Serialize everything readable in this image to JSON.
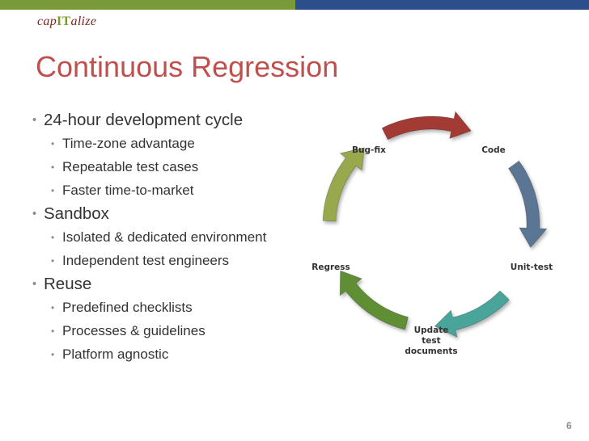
{
  "logo": {
    "pre": "cap",
    "mid": "IT",
    "post": "alize"
  },
  "title": "Continuous Regression",
  "bullets": [
    {
      "text": "24-hour development cycle",
      "sub": [
        "Time-zone advantage",
        "Repeatable test cases",
        "Faster time-to-market"
      ]
    },
    {
      "text": "Sandbox",
      "sub": [
        "Isolated & dedicated environment",
        "Independent test engineers"
      ]
    },
    {
      "text": "Reuse",
      "sub": [
        "Predefined checklists",
        "Processes & guidelines",
        "Platform agnostic"
      ]
    }
  ],
  "cycle": {
    "labels": {
      "code": "Code",
      "unit_test": "Unit-test",
      "update_1": "Update",
      "update_2": "test",
      "update_3": "documents",
      "regress": "Regress",
      "bugfix": "Bug-fix"
    },
    "colors": {
      "code_arrow": "#a33a36",
      "unit_arrow": "#5a7694",
      "update_arrow": "#4aa59a",
      "regress_arrow": "#5f8e36",
      "bugfix_arrow": "#98a84e"
    }
  },
  "page_number": "6",
  "colors": {
    "title": "#c0504d",
    "bar_green": "#7a9a3a",
    "bar_blue": "#2c4e8b"
  }
}
